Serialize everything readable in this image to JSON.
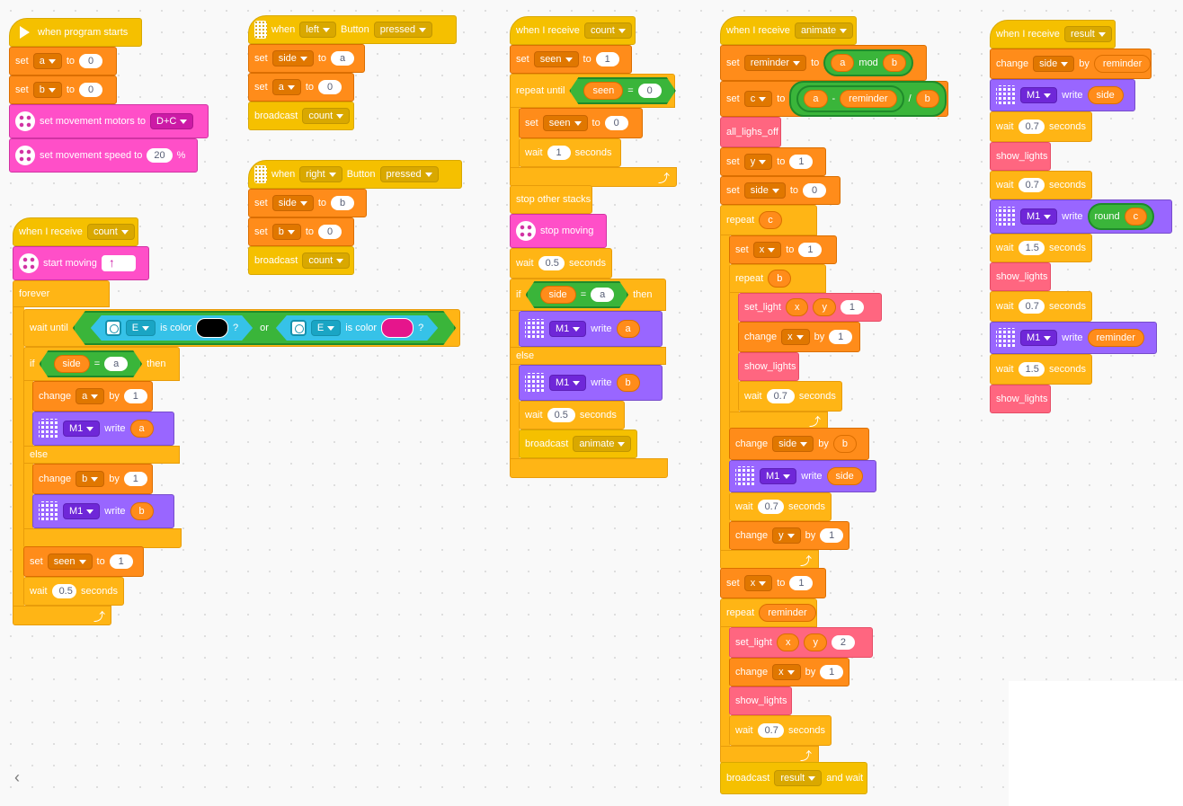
{
  "stack1": {
    "hat": "when program starts",
    "set_a": {
      "label": "set",
      "var": "a",
      "to": "to",
      "val": "0"
    },
    "set_b": {
      "label": "set",
      "var": "b",
      "to": "to",
      "val": "0"
    },
    "set_motors": {
      "label": "set movement motors to",
      "val": "D+C"
    },
    "set_speed": {
      "label": "set movement speed to",
      "val": "20",
      "unit": "%"
    }
  },
  "stack2": {
    "hat": {
      "when": "when",
      "btn": "left",
      "label": "Button",
      "state": "pressed"
    },
    "set_side": {
      "label": "set",
      "var": "side",
      "to": "to",
      "val": "a"
    },
    "set_a": {
      "label": "set",
      "var": "a",
      "to": "to",
      "val": "0"
    },
    "broadcast": {
      "label": "broadcast",
      "msg": "count"
    }
  },
  "stack3": {
    "hat": {
      "when": "when",
      "btn": "right",
      "label": "Button",
      "state": "pressed"
    },
    "set_side": {
      "label": "set",
      "var": "side",
      "to": "to",
      "val": "b"
    },
    "set_b": {
      "label": "set",
      "var": "b",
      "to": "to",
      "val": "0"
    },
    "broadcast": {
      "label": "broadcast",
      "msg": "count"
    }
  },
  "stack4": {
    "hat": {
      "label": "when I receive",
      "msg": "count"
    },
    "start_moving": {
      "label": "start moving"
    },
    "forever": "forever",
    "wait_until": {
      "label": "wait until",
      "port1": "E",
      "is_color": "is color",
      "q": "?",
      "or": "or",
      "port2": "E"
    },
    "if_": {
      "label": "if",
      "var": "side",
      "eq": "=",
      "val": "a",
      "then": "then"
    },
    "change_a": {
      "label": "change",
      "var": "a",
      "by": "by",
      "val": "1"
    },
    "write_a": {
      "port": "M1",
      "label": "write",
      "val": "a"
    },
    "else_": "else",
    "change_b": {
      "label": "change",
      "var": "b",
      "by": "by",
      "val": "1"
    },
    "write_b": {
      "port": "M1",
      "label": "write",
      "val": "b"
    },
    "set_seen": {
      "label": "set",
      "var": "seen",
      "to": "to",
      "val": "1"
    },
    "wait": {
      "label": "wait",
      "val": "0.5",
      "unit": "seconds"
    }
  },
  "stack5": {
    "hat": {
      "label": "when I receive",
      "msg": "count"
    },
    "set_seen": {
      "label": "set",
      "var": "seen",
      "to": "to",
      "val": "1"
    },
    "repeat_until": {
      "label": "repeat until",
      "var": "seen",
      "eq": "=",
      "val": "0"
    },
    "set_seen0": {
      "label": "set",
      "var": "seen",
      "to": "to",
      "val": "0"
    },
    "wait1": {
      "label": "wait",
      "val": "1",
      "unit": "seconds"
    },
    "stop_other": "stop other stacks",
    "stop_moving": "stop moving",
    "wait05": {
      "label": "wait",
      "val": "0.5",
      "unit": "seconds"
    },
    "if_": {
      "label": "if",
      "var": "side",
      "eq": "=",
      "val": "a",
      "then": "then"
    },
    "write_a": {
      "port": "M1",
      "label": "write",
      "val": "a"
    },
    "else_": "else",
    "write_b": {
      "port": "M1",
      "label": "write",
      "val": "b"
    },
    "wait05b": {
      "label": "wait",
      "val": "0.5",
      "unit": "seconds"
    },
    "broadcast": {
      "label": "broadcast",
      "msg": "animate"
    }
  },
  "stack6": {
    "hat": {
      "label": "when I receive",
      "msg": "animate"
    },
    "set_rem": {
      "label": "set",
      "var": "reminder",
      "to": "to",
      "a": "a",
      "mod": "mod",
      "b": "b"
    },
    "set_c": {
      "label": "set",
      "var": "c",
      "to": "to",
      "a": "a",
      "minus": "-",
      "rem": "reminder",
      "div": "/",
      "b": "b"
    },
    "all_off": "all_lighs_off",
    "set_y": {
      "label": "set",
      "var": "y",
      "to": "to",
      "val": "1"
    },
    "set_side": {
      "label": "set",
      "var": "side",
      "to": "to",
      "val": "0"
    },
    "repeat_c": {
      "label": "repeat",
      "val": "c"
    },
    "set_x": {
      "label": "set",
      "var": "x",
      "to": "to",
      "val": "1"
    },
    "repeat_b": {
      "label": "repeat",
      "val": "b"
    },
    "set_light1": {
      "label": "set_light",
      "x": "x",
      "y": "y",
      "v": "1"
    },
    "change_x": {
      "label": "change",
      "var": "x",
      "by": "by",
      "val": "1"
    },
    "show1": "show_lights",
    "wait1": {
      "label": "wait",
      "val": "0.7",
      "unit": "seconds"
    },
    "change_side": {
      "label": "change",
      "var": "side",
      "by": "by",
      "val": "b"
    },
    "write_side": {
      "port": "M1",
      "label": "write",
      "val": "side"
    },
    "wait2": {
      "label": "wait",
      "val": "0.7",
      "unit": "seconds"
    },
    "change_y": {
      "label": "change",
      "var": "y",
      "by": "by",
      "val": "1"
    },
    "set_x2": {
      "label": "set",
      "var": "x",
      "to": "to",
      "val": "1"
    },
    "repeat_rem": {
      "label": "repeat",
      "val": "reminder"
    },
    "set_light2": {
      "label": "set_light",
      "x": "x",
      "y": "y",
      "v": "2"
    },
    "change_x2": {
      "label": "change",
      "var": "x",
      "by": "by",
      "val": "1"
    },
    "show2": "show_lights",
    "wait3": {
      "label": "wait",
      "val": "0.7",
      "unit": "seconds"
    },
    "broadcast": {
      "label": "broadcast",
      "msg": "result",
      "and_wait": "and wait"
    }
  },
  "stack7": {
    "hat": {
      "label": "when I receive",
      "msg": "result"
    },
    "change_side": {
      "label": "change",
      "var": "side",
      "by": "by",
      "val": "reminder"
    },
    "write_side": {
      "port": "M1",
      "label": "write",
      "val": "side"
    },
    "wait1": {
      "label": "wait",
      "val": "0.7",
      "unit": "seconds"
    },
    "show1": "show_lights",
    "wait2": {
      "label": "wait",
      "val": "0.7",
      "unit": "seconds"
    },
    "write_round": {
      "port": "M1",
      "label": "write",
      "round": "round",
      "val": "c"
    },
    "wait3": {
      "label": "wait",
      "val": "1.5",
      "unit": "seconds"
    },
    "show2": "show_lights",
    "wait4": {
      "label": "wait",
      "val": "0.7",
      "unit": "seconds"
    },
    "write_rem": {
      "port": "M1",
      "label": "write",
      "val": "reminder"
    },
    "wait5": {
      "label": "wait",
      "val": "1.5",
      "unit": "seconds"
    },
    "show3": "show_lights"
  },
  "colors": {
    "event": "#f5c000",
    "control": "#ffb515",
    "variable": "#ff8c1a",
    "movement": "#ff4fc8",
    "display": "#9966ff",
    "myblock": "#ff6680",
    "operator": "#3ab53a",
    "sensor": "#36c2e8",
    "swatch1": "#000000",
    "swatch2": "#e6158c"
  }
}
